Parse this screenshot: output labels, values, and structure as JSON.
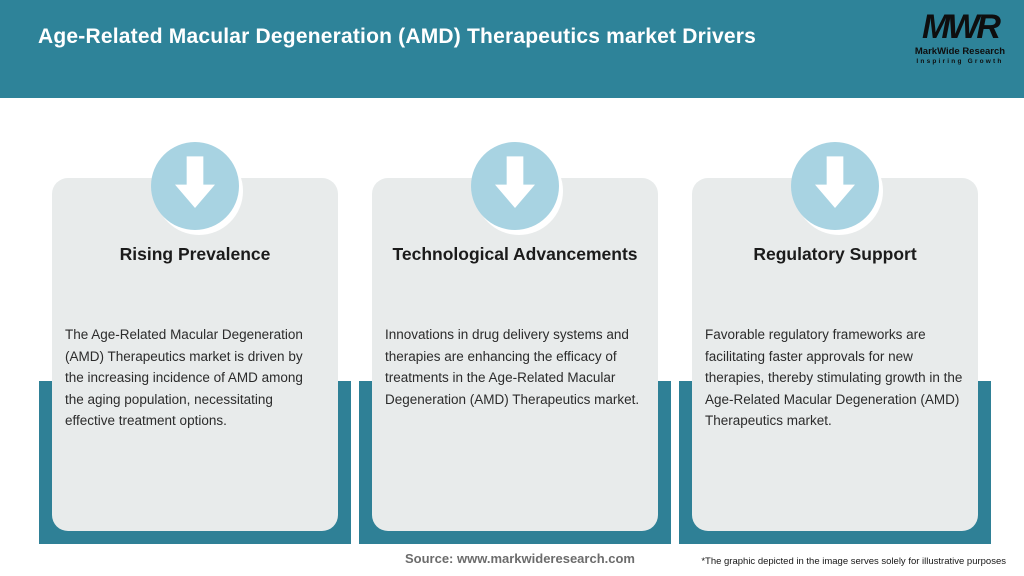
{
  "header": {
    "title": "Age-Related Macular Degeneration (AMD) Therapeutics market Drivers",
    "logo": {
      "monogram": "MWR",
      "name": "MarkWide Research",
      "tagline": "Inspiring Growth"
    }
  },
  "cards": [
    {
      "icon": "arrow-down-icon",
      "title": "Rising Prevalence",
      "description": "The Age-Related Macular Degeneration (AMD) Therapeutics market is driven by the increasing incidence of AMD among the aging population, necessitating effective treatment options."
    },
    {
      "icon": "arrow-down-icon",
      "title": "Technological Advancements",
      "description": "Innovations in drug delivery systems and therapies are enhancing the efficacy of treatments in the Age-Related Macular Degeneration (AMD) Therapeutics market."
    },
    {
      "icon": "arrow-down-icon",
      "title": "Regulatory Support",
      "description": "Favorable regulatory frameworks are facilitating faster approvals for new therapies, thereby stimulating growth in the Age-Related Macular Degeneration (AMD) Therapeutics market."
    }
  ],
  "footer": {
    "source": "Source: www.markwideresearch.com",
    "disclaimer": "*The graphic depicted in the image serves solely for illustrative purposes"
  },
  "colors": {
    "header_teal": "#2E8399",
    "band_teal": "#2F8096",
    "card_gray": "#E8EBEB",
    "circle_blue": "#A8D3E2",
    "title_white": "#FFFFFF",
    "text_dark": "#2B2B2B",
    "source_gray": "#6C6C6C",
    "logo_black": "#0E0E0E"
  }
}
